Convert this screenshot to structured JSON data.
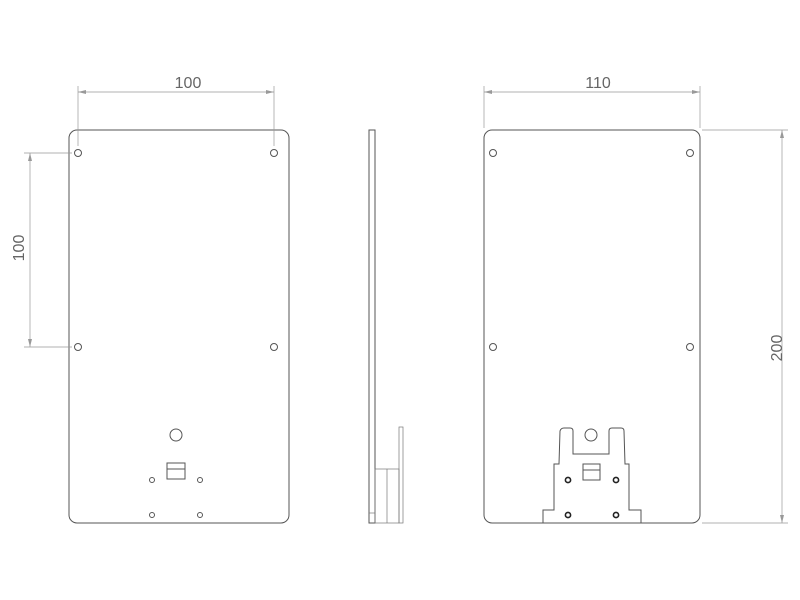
{
  "dimensions": {
    "front_hole_spacing_horizontal": "100",
    "front_hole_spacing_vertical": "100",
    "back_width": "110",
    "back_height": "200"
  },
  "colors": {
    "line": "#555555",
    "dimension": "#999999"
  }
}
